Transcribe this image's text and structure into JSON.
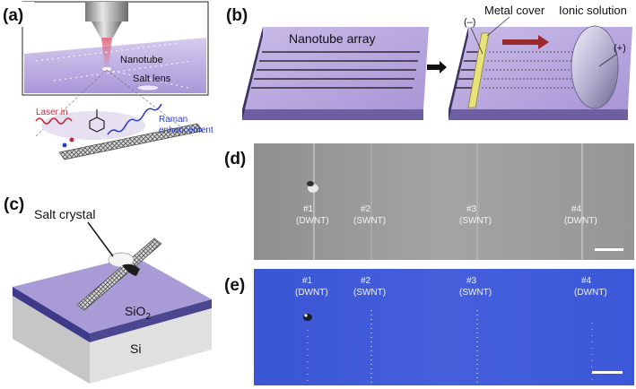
{
  "panels": {
    "a": {
      "label": "(a)",
      "nanotube": "Nanotube",
      "salt_lens": "Salt lens",
      "laser_in": "Laser in",
      "raman_line1": "Raman",
      "raman_line2": "enhancement"
    },
    "b": {
      "label": "(b)",
      "nanotube_array": "Nanotube array",
      "metal_cover": "Metal cover",
      "ionic_solution": "Ionic solution",
      "minus": "(–)",
      "plus": "(+)"
    },
    "c": {
      "label": "(c)",
      "salt_crystal": "Salt crystal",
      "sio2_base": "SiO",
      "sio2_sub": "2",
      "si": "Si"
    },
    "d": {
      "label": "(d)",
      "tubes": [
        {
          "id": "#1",
          "type": "(DWNT)"
        },
        {
          "id": "#2",
          "type": "(SWNT)"
        },
        {
          "id": "#3",
          "type": "(SWNT)"
        },
        {
          "id": "#4",
          "type": "(DWNT)"
        }
      ]
    },
    "e": {
      "label": "(e)",
      "tubes": [
        {
          "id": "#1",
          "type": "(DWNT)"
        },
        {
          "id": "#2",
          "type": "(SWNT)"
        },
        {
          "id": "#3",
          "type": "(SWNT)"
        },
        {
          "id": "#4",
          "type": "(DWNT)"
        }
      ]
    }
  },
  "colors": {
    "purple_top": "#b7a6dc",
    "sem_gray": "#9a9a9a",
    "optical_blue": "#3d57d6",
    "metal_yellow": "#e8e27a",
    "raman_blue": "#2a3fd0",
    "laser_red": "#c4283a"
  }
}
